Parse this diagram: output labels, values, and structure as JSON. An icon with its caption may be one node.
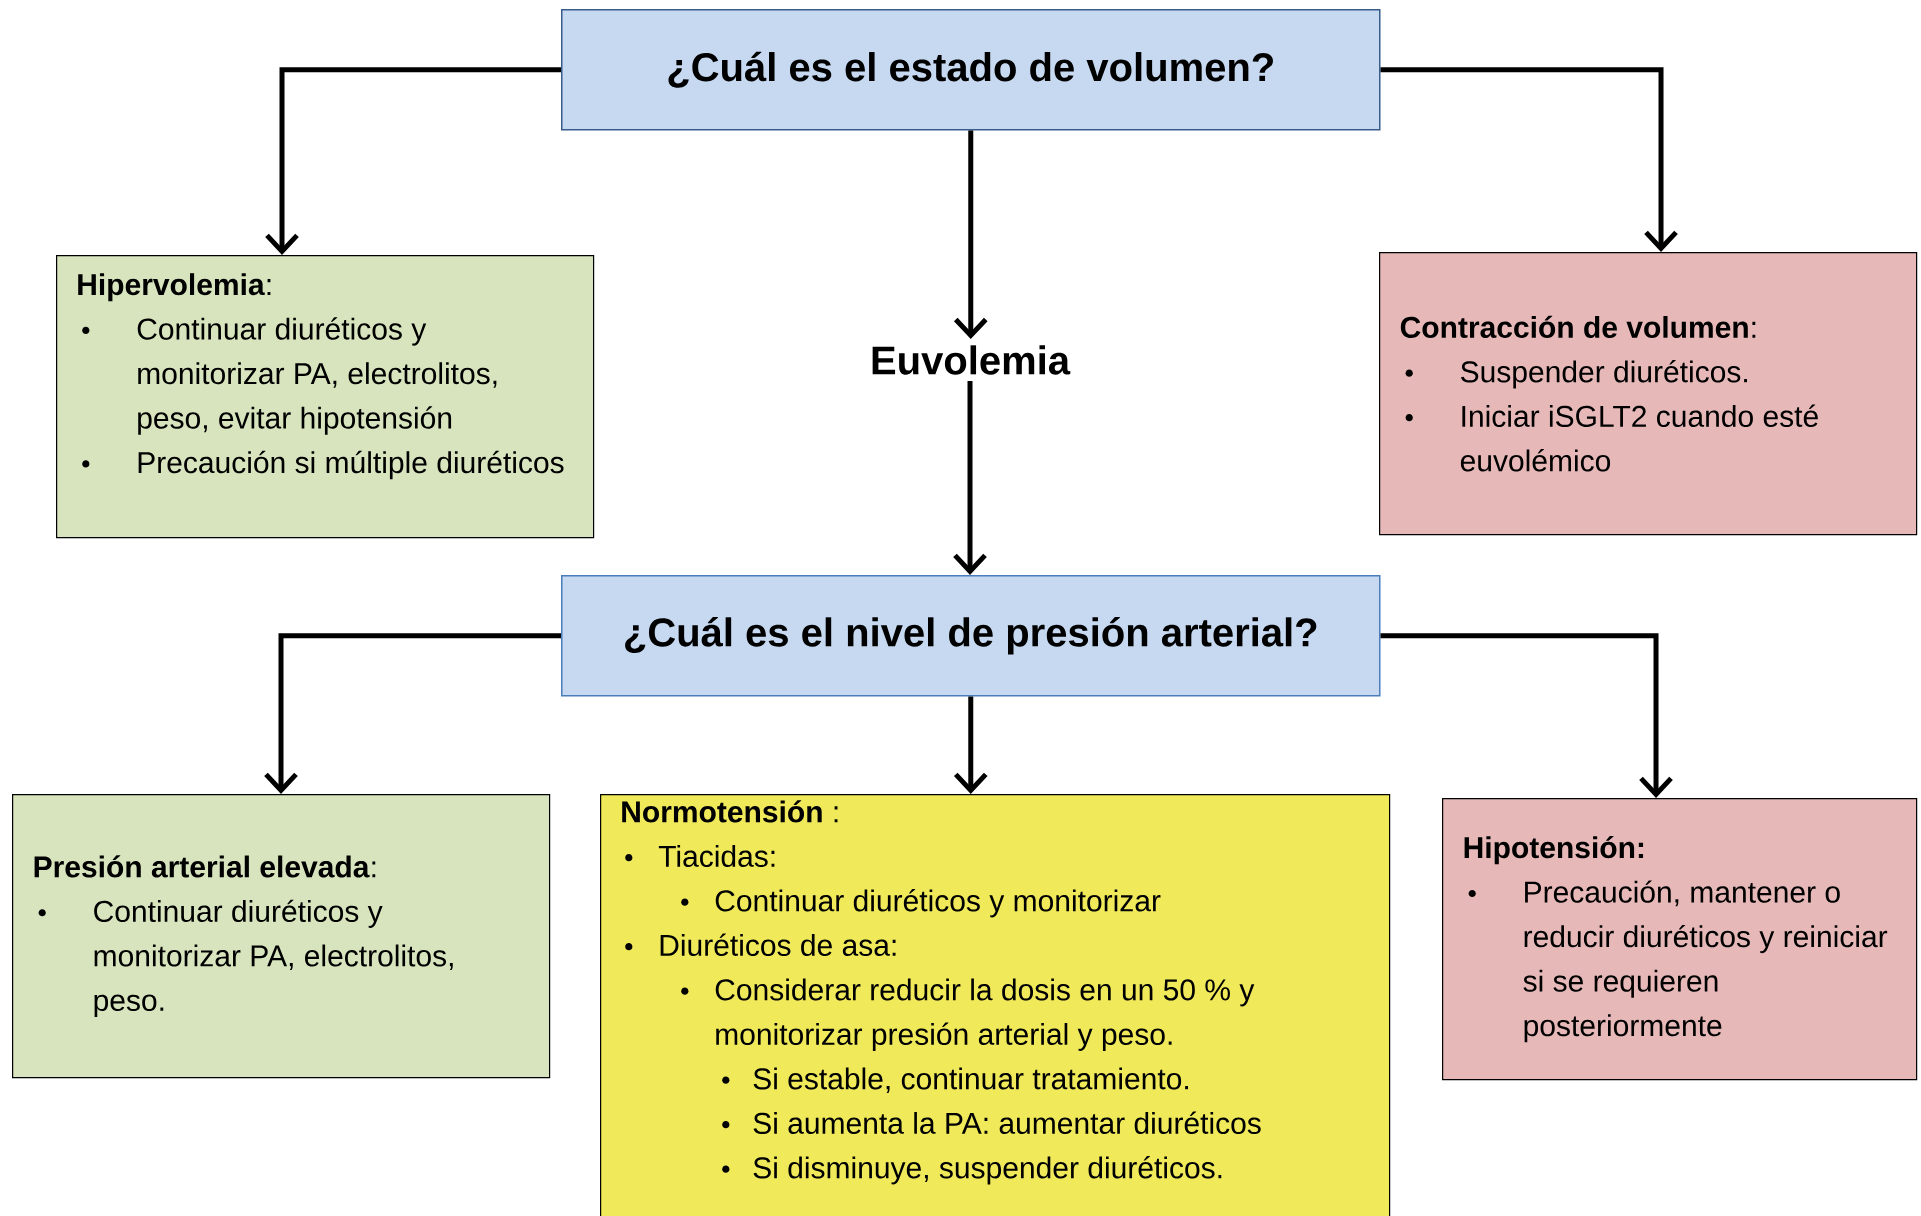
{
  "diagram": {
    "nodes": [
      {
        "text": [
          "¿Cuál es el estado de volumen?"
        ]
      },
      {
        "text": [
          "**Hipervolemia**:",
          "Continuar diuréticos y monitorizar PA, electrolitos, peso, evitar hipotensión",
          "Precaución si múltiple diuréticos"
        ]
      },
      {
        "text": [
          "Euvolemia"
        ]
      },
      {
        "text": [
          "**Contracción de volumen**:",
          "Suspender diuréticos.",
          "Iniciar iSGLT2 cuando esté euvolémico"
        ]
      },
      {
        "text": [
          "¿Cuál es el nivel de presión arterial?"
        ]
      },
      {
        "text": [
          "**Presión arterial elevada**:",
          "Continuar diuréticos y monitorizar PA, electrolitos, peso."
        ]
      },
      {
        "text": [
          "**Normotensión** :",
          "Tiacidas:",
          "Continuar diuréticos y monitorizar",
          "Diuréticos de asa:",
          "Considerar reducir la dosis en un 50 % y monitorizar presión arterial y peso.",
          "Si estable, continuar tratamiento.",
          "Si aumenta la PA: aumentar diuréticos",
          "Si disminuye, suspender diuréticos."
        ]
      },
      {
        "text": [
          "Hipotensión:",
          "Precaución, mantener o reducir diuréticos y reiniciar si se requieren posteriormente"
        ]
      }
    ],
    "edges": [
      {
        "from": 0,
        "to": 1,
        "arrow": "to"
      },
      {
        "from": 0,
        "to": 2,
        "arrow": "to"
      },
      {
        "from": 0,
        "to": 3,
        "arrow": "to"
      },
      {
        "from": 2,
        "to": 4,
        "arrow": "to"
      },
      {
        "from": 4,
        "to": 5,
        "arrow": "to"
      },
      {
        "from": 4,
        "to": 6,
        "arrow": "to"
      },
      {
        "from": 4,
        "to": 7,
        "arrow": "to"
      }
    ]
  }
}
